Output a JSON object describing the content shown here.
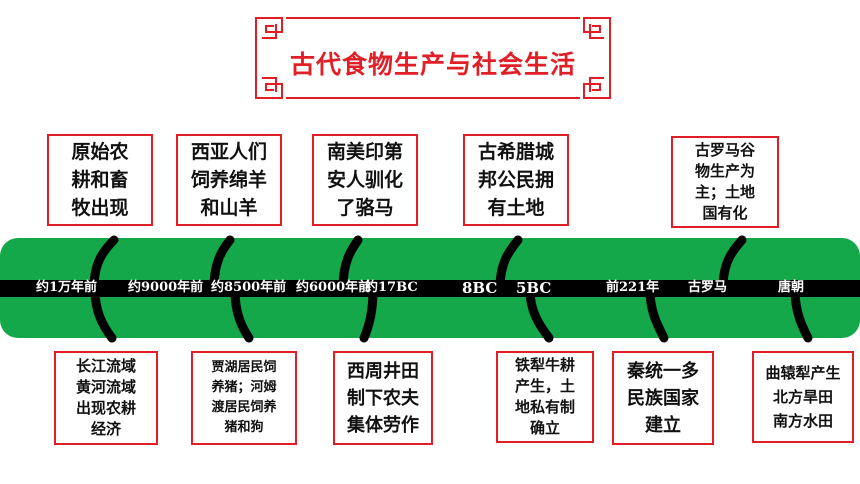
{
  "title": "古代食物生产与社会生活",
  "timeline_labels": [
    {
      "id": "t1",
      "text": "约1万年前"
    },
    {
      "id": "t2",
      "text": "约9000年前"
    },
    {
      "id": "t3",
      "text": "约8500年前"
    },
    {
      "id": "t4",
      "text": "约6000年前"
    },
    {
      "id": "t5",
      "text": "约17BC"
    },
    {
      "id": "t6",
      "text": "8BC"
    },
    {
      "id": "t7",
      "text": "5BC"
    },
    {
      "id": "t8",
      "text": "前221年"
    },
    {
      "id": "t9",
      "text": "古罗马"
    },
    {
      "id": "t10",
      "text": "唐朝"
    }
  ],
  "top_boxes": [
    {
      "id": "b1",
      "text": "原始农\n耕和畜\n牧出现"
    },
    {
      "id": "b2",
      "text": "西亚人们\n饲养绵羊\n和山羊"
    },
    {
      "id": "b3",
      "text": "南美印第\n安人驯化\n了骆马"
    },
    {
      "id": "b4",
      "text": "古希腊城\n邦公民拥\n有土地"
    },
    {
      "id": "b5",
      "text": "古罗马谷\n物生产为\n主；土地\n国有化"
    }
  ],
  "bottom_boxes": [
    {
      "id": "c1",
      "text": "长江流域\n黄河流域\n出现农耕\n经济"
    },
    {
      "id": "c2",
      "text": "贾湖居民饲\n养猪；河姆\n渡居民饲养\n猪和狗"
    },
    {
      "id": "c3",
      "text": "西周井田\n制下农夫\n集体劳作"
    },
    {
      "id": "c4",
      "text": "铁犁牛耕\n产生，土\n地私有制\n确立"
    },
    {
      "id": "c5",
      "text": "秦统一多\n民族国家\n建立"
    },
    {
      "id": "c6",
      "text": "曲辕犁产生\n北方旱田\n南方水田"
    }
  ],
  "colors": {
    "accent_red": "#e11e25",
    "band_green": "#14a84a",
    "line_black": "#000000"
  }
}
